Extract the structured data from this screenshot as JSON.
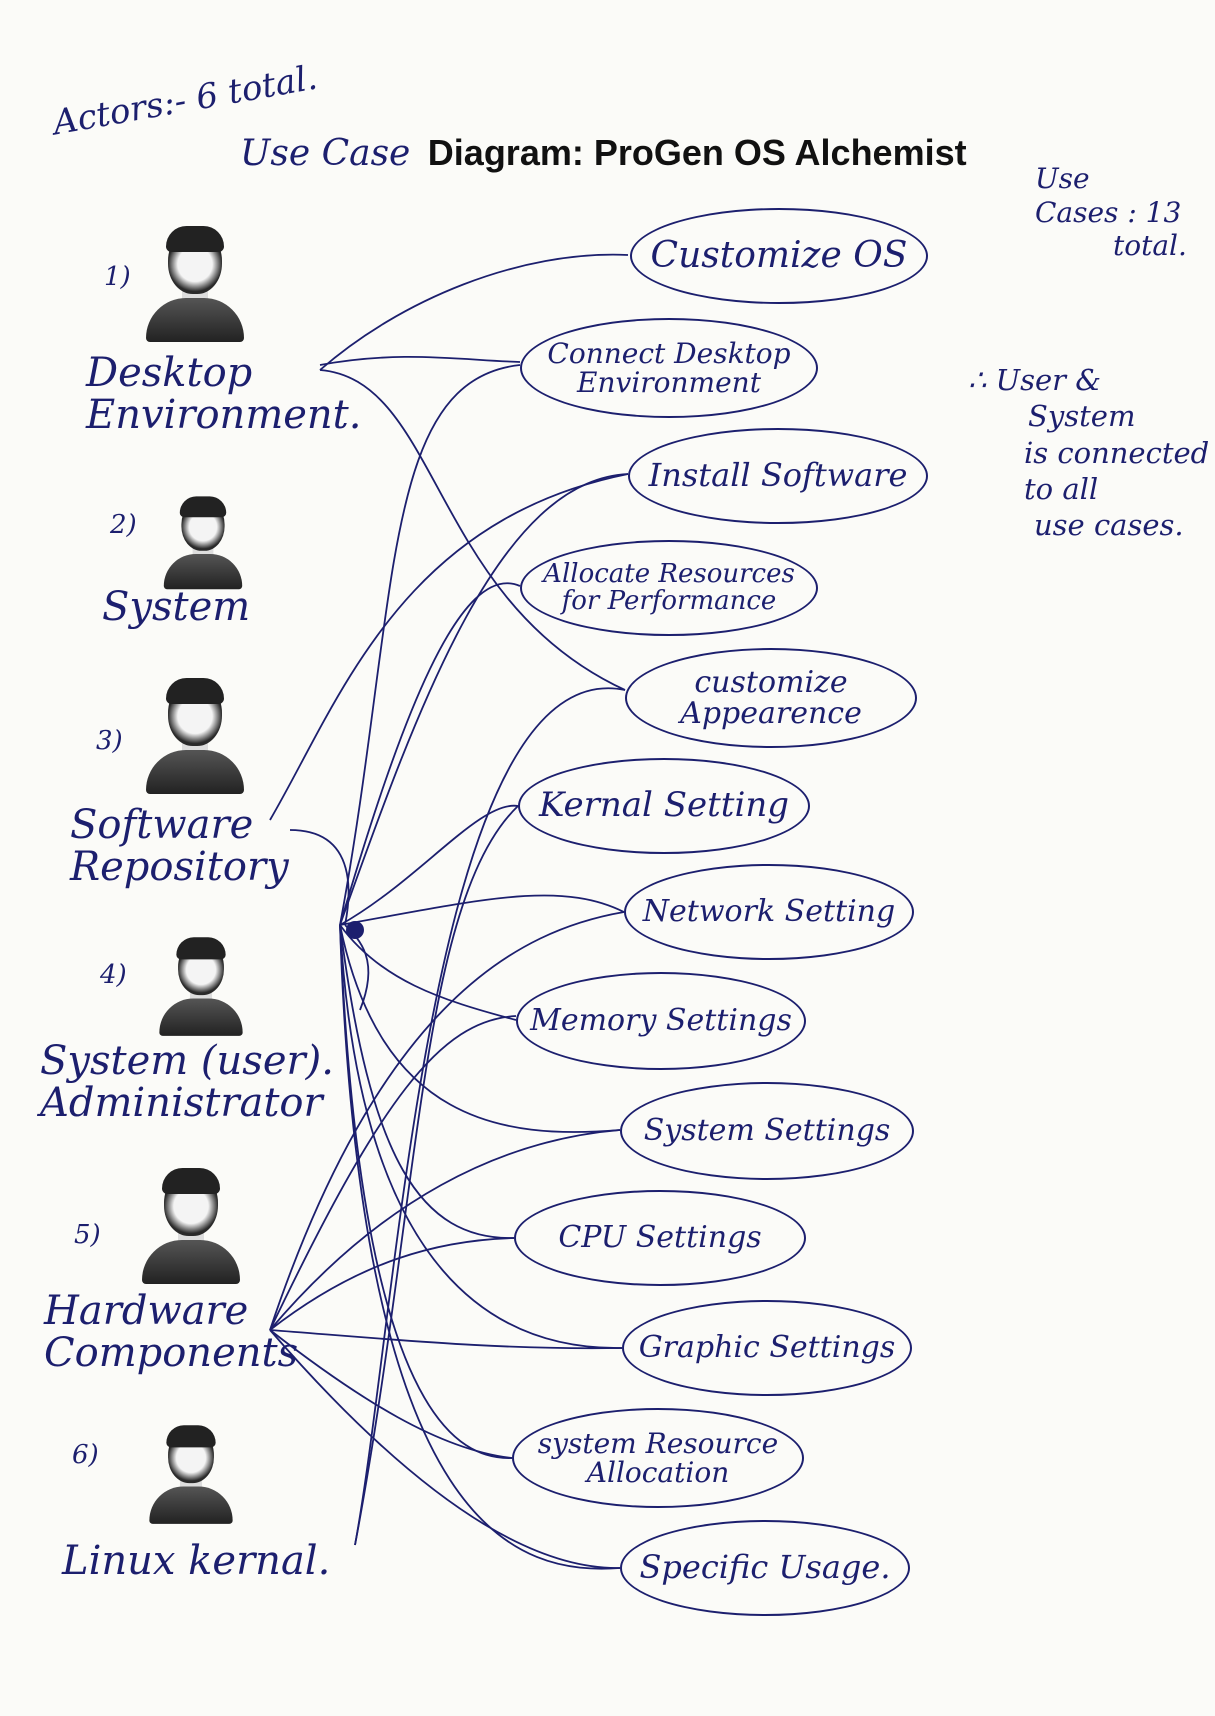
{
  "title": {
    "prefix": "Use Case ",
    "printed": "Diagram: ProGen OS Alchemist"
  },
  "notes": {
    "actors_count": "Actors:- 6 total.",
    "use_cases_count_line1": "Use",
    "use_cases_count_line2": "Cases : 13",
    "use_cases_count_line3": "total.",
    "connection_line1": "∴ User &",
    "connection_line2": "System",
    "connection_line3": "is connected",
    "connection_line4": "to all",
    "connection_line5": "use cases."
  },
  "actors": [
    {
      "number": "1)",
      "label": "Desktop Environment."
    },
    {
      "number": "2)",
      "label": "System"
    },
    {
      "number": "3)",
      "label": "Software Repository"
    },
    {
      "number": "4)",
      "label": "System (user). Administrator"
    },
    {
      "number": "5)",
      "label": "Hardware Components"
    },
    {
      "number": "6)",
      "label": "Linux kernal."
    }
  ],
  "use_cases": [
    {
      "label": "Customize OS"
    },
    {
      "label": "Connect Desktop Environment"
    },
    {
      "label": "Install Software"
    },
    {
      "label": "Allocate Resources for Performance"
    },
    {
      "label": "customize Appearence"
    },
    {
      "label": "Kernal Setting"
    },
    {
      "label": "Network Setting"
    },
    {
      "label": "Memory Settings"
    },
    {
      "label": "System Settings"
    },
    {
      "label": "CPU Settings"
    },
    {
      "label": "Graphic Settings"
    },
    {
      "label": "system Resource Allocation"
    },
    {
      "label": "Specific Usage."
    }
  ],
  "colors": {
    "ink": "#1c1f6e",
    "paper": "#fbfbf8",
    "printed_text": "#111111"
  }
}
